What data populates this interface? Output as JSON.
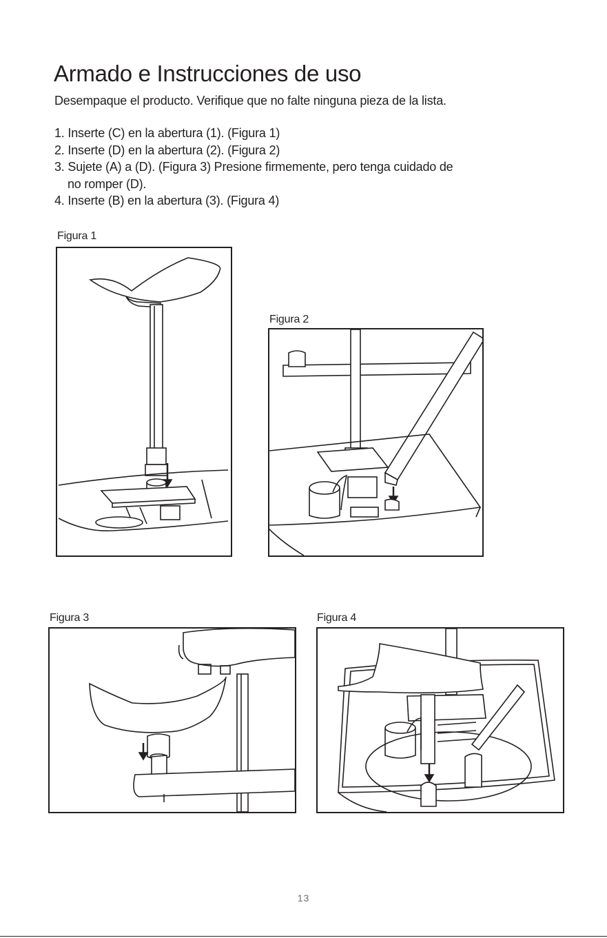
{
  "page": {
    "title": "Armado e Instrucciones de uso",
    "intro": "Desempaque el producto. Verifique que no falte ninguna pieza de la lista.",
    "steps": [
      "1. Inserte (C) en la abertura (1). (Figura 1)",
      "2. Inserte (D) en la abertura (2). (Figura 2)",
      "3. Sujete (A) a (D). (Figura 3) Presione firmemente, pero tenga cuidado de",
      "no romper (D).",
      "4. Inserte (B) en la abertura (3). (Figura 4)"
    ],
    "page_number": "13"
  },
  "figures": [
    {
      "label": "Figura 1"
    },
    {
      "label": "Figura 2"
    },
    {
      "label": "Figura 3"
    },
    {
      "label": "Figura 4"
    }
  ]
}
